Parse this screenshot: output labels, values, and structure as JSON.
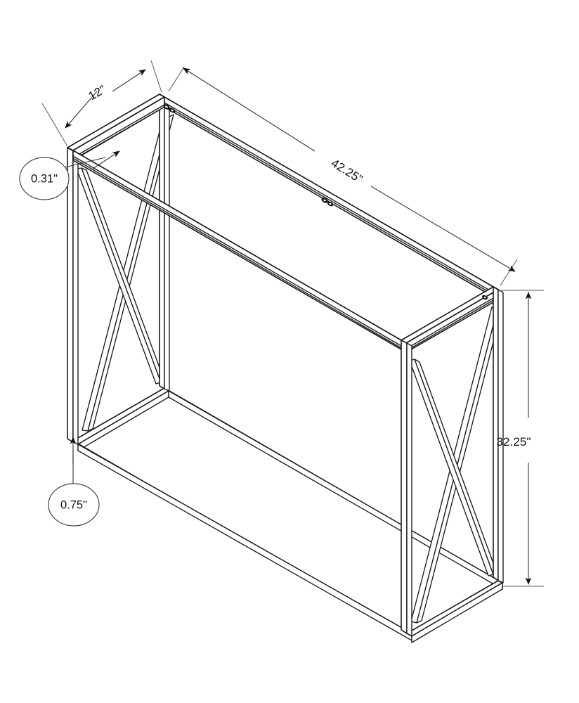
{
  "drawing": {
    "title": "Console Table Dimensioned Isometric Drawing",
    "product": "X-brace metal console table",
    "units": "inches",
    "background_color": "#ffffff",
    "line_color": "#1a1a1a",
    "dimension_color": "#3a3a3a"
  },
  "dimensions": {
    "depth": {
      "label": "12\"",
      "value": 12,
      "unit": "in",
      "position": "top-left",
      "type": "linear",
      "describes": "table top depth"
    },
    "width": {
      "label": "42.25\"",
      "value": 42.25,
      "unit": "in",
      "position": "top-right",
      "type": "linear",
      "describes": "table top width / length"
    },
    "height": {
      "label": "32.25\"",
      "value": 32.25,
      "unit": "in",
      "position": "right",
      "type": "linear",
      "describes": "overall table height"
    }
  },
  "callouts": [
    {
      "id": "callout-top-thickness",
      "label": "0.31\"",
      "value": 0.31,
      "unit": "in",
      "position": "left-upper",
      "describes": "top frame rail thickness"
    },
    {
      "id": "callout-leg-thickness",
      "label": "0.75\"",
      "value": 0.75,
      "unit": "in",
      "position": "left-lower",
      "describes": "leg / tube thickness"
    }
  ],
  "features": {
    "top_frame": "open rectangular frame",
    "lower_shelf": "open rectangular frame",
    "side_panels": "X cross-brace on both left and right ends",
    "fasteners": [
      {
        "id": "fastener-rear-apex",
        "location": "rear top-left corner"
      },
      {
        "id": "fastener-mid-rail",
        "location": "mid rear top rail"
      },
      {
        "id": "fastener-right-corner",
        "location": "rear top-right corner"
      }
    ]
  }
}
